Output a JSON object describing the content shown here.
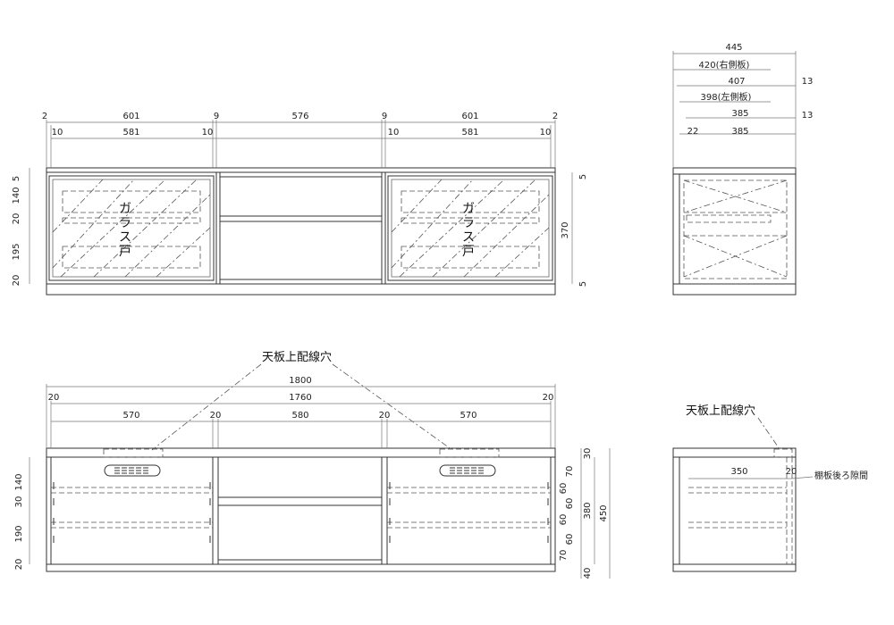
{
  "front_view": {
    "dims_top": [
      "2",
      "601",
      "9",
      "576",
      "9",
      "601",
      "2"
    ],
    "dims_second": [
      "10",
      "581",
      "10",
      "10",
      "581",
      "10"
    ],
    "dims_left": [
      "5",
      "140",
      "20",
      "195",
      "20"
    ],
    "dims_right": [
      "5",
      "370",
      "5"
    ],
    "glass_label_left": "ガラス戸",
    "glass_label_right": "ガラス戸"
  },
  "side_view_top": {
    "dims": [
      "445",
      "420(右側板)",
      "407",
      "398(左側板)",
      "385",
      "22",
      "385"
    ],
    "dims_side": [
      "13",
      "13"
    ]
  },
  "back_view": {
    "callout": "天板上配線穴",
    "dims_top": [
      "1800",
      "20",
      "1760",
      "20"
    ],
    "dims_second": [
      "570",
      "20",
      "580",
      "20",
      "570"
    ],
    "dims_left": [
      "140",
      "30",
      "190",
      "20"
    ],
    "dims_right_a": [
      "30",
      "70",
      "60",
      "60",
      "60",
      "60",
      "70",
      "40"
    ],
    "dims_right_b": [
      "380",
      "450"
    ]
  },
  "side_view_bottom": {
    "callout": "天板上配線穴",
    "dim_350": "350",
    "dim_20": "20",
    "note": "棚板後ろ隙間"
  }
}
